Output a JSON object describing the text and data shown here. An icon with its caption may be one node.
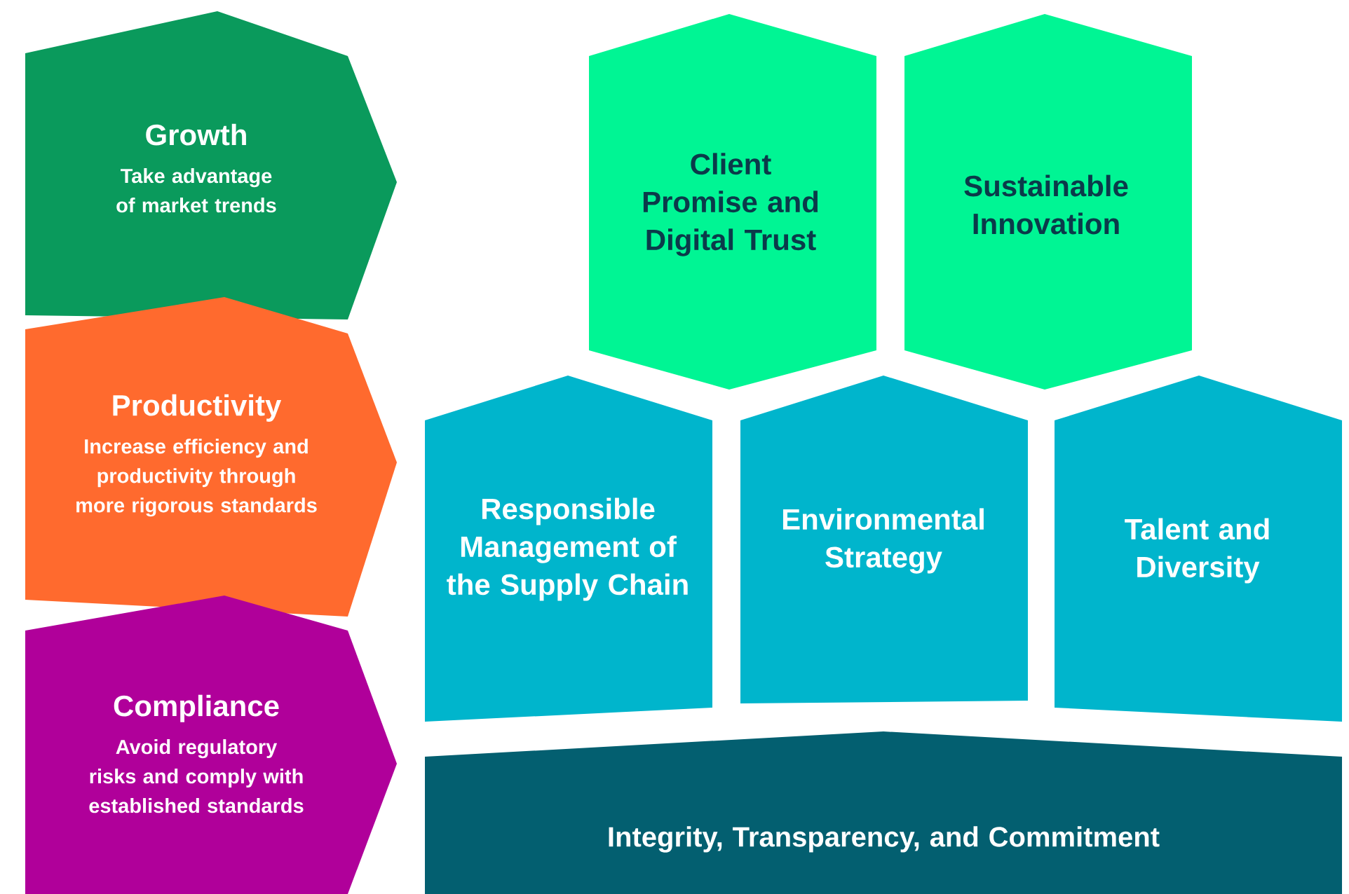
{
  "diagram": {
    "nodes": [
      {
        "text": [
          "Growth",
          "Take advantage of market trends"
        ]
      },
      {
        "text": [
          "Productivity",
          "Increase efficiency and productivity through more rigorous standards"
        ]
      },
      {
        "text": [
          "Compliance",
          "Avoid regulatory risks and comply with established standards"
        ]
      },
      {
        "text": [
          "Client Promise and Digital Trust"
        ]
      },
      {
        "text": [
          "Sustainable Innovation"
        ]
      },
      {
        "text": [
          "Responsible Management of the Supply Chain"
        ]
      },
      {
        "text": [
          "Environmental Strategy"
        ]
      },
      {
        "text": [
          "Talent and Diversity"
        ]
      },
      {
        "text": [
          "Integrity, Transparency, and Commitment"
        ]
      }
    ]
  }
}
